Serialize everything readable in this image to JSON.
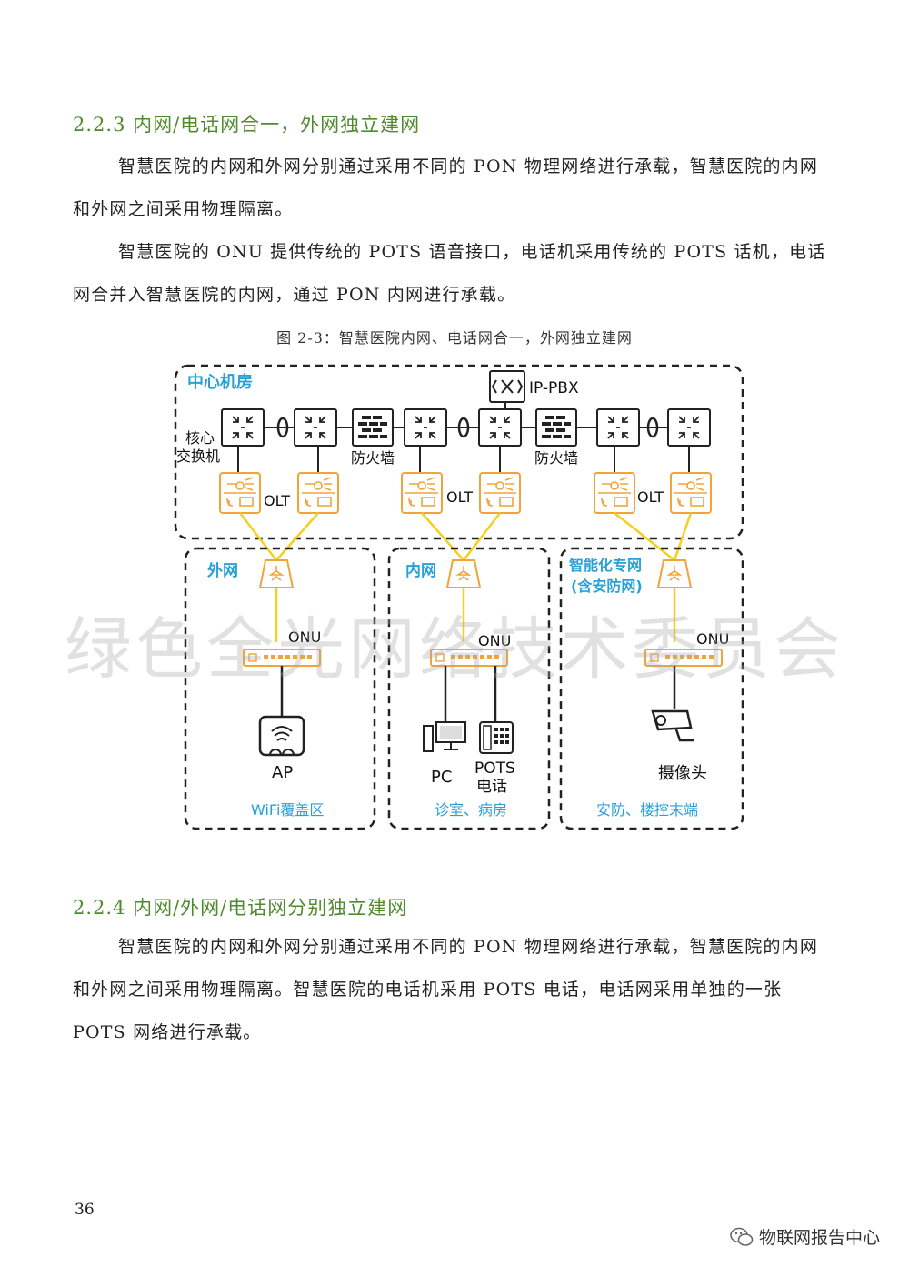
{
  "section1": {
    "heading": "2.2.3 内网/电话网合一，外网独立建网",
    "para1": "智慧医院的内网和外网分别通过采用不同的 PON 物理网络进行承载，智慧医院的内网和外网之间采用物理隔离。",
    "para2": "智慧医院的 ONU 提供传统的 POTS 语音接口，电话机采用传统的 POTS 话机，电话网合并入智慧医院的内网，通过 PON 内网进行承载。"
  },
  "figure": {
    "caption": "图 2-3：智慧医院内网、电话网合一，外网独立建网",
    "center_title": "中心机房",
    "ippbx_label": "IP-PBX",
    "core_switch_label_1": "核心",
    "core_switch_label_2": "交换机",
    "firewall_label": "防火墙",
    "olt_label": "OLT",
    "onu_label": "ONU",
    "zones": {
      "external": {
        "title": "外网",
        "device": "AP",
        "area": "WiFi覆盖区"
      },
      "internal": {
        "title": "内网",
        "device_pc": "PC",
        "device_phone_1": "POTS",
        "device_phone_2": "电话",
        "area": "诊室、病房"
      },
      "smart": {
        "title_1": "智能化专网",
        "title_2": "(含安防网)",
        "device": "摄像头",
        "area": "安防、楼控末端"
      }
    }
  },
  "watermark": "绿色全光网络技术委员会",
  "section2": {
    "heading": "2.2.4 内网/外网/电话网分别独立建网",
    "para1": "智慧医院的内网和外网分别通过采用不同的 PON 物理网络进行承载，智慧医院的内网和外网之间采用物理隔离。智慧医院的电话机采用 POTS 电话，电话网采用单独的一张 POTS 网络进行承载。"
  },
  "page_number": "36",
  "footer_brand": "物联网报告中心",
  "colors": {
    "heading": "#4f8a2e",
    "zone_title": "#2aa0d8",
    "orange": "#f2a33a",
    "fiber": "#f5d020"
  }
}
